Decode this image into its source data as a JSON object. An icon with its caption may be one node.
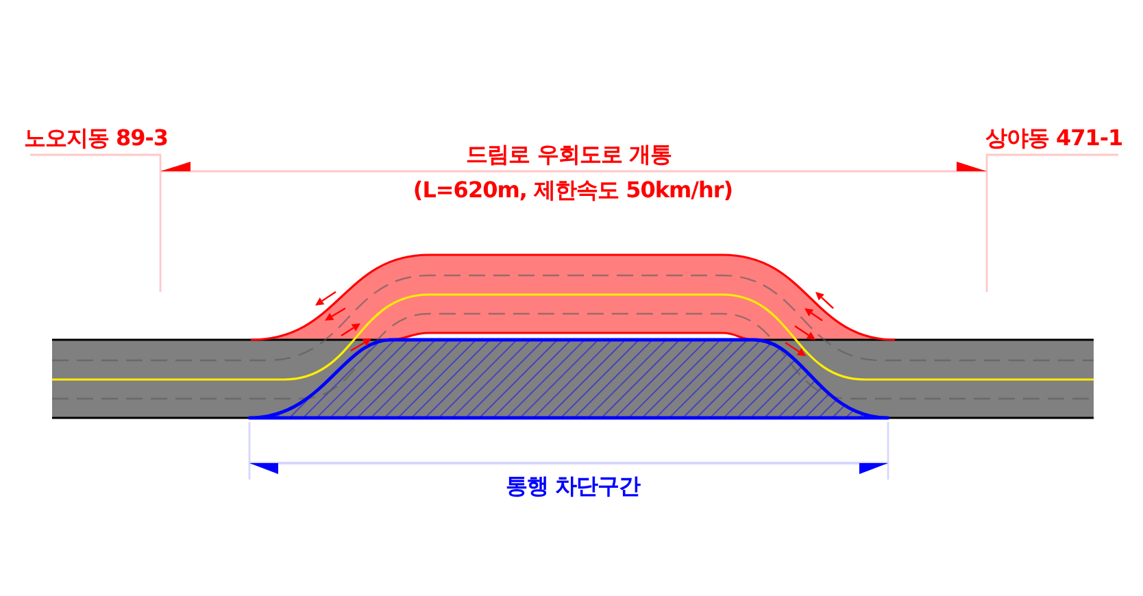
{
  "diagram": {
    "labels": [
      "노오지동 89-3",
      "상야동 471-1",
      "드림로 우회도로 개통",
      "(L=620m, 제한속도 50km/hr)",
      "통행 차단구간"
    ]
  }
}
